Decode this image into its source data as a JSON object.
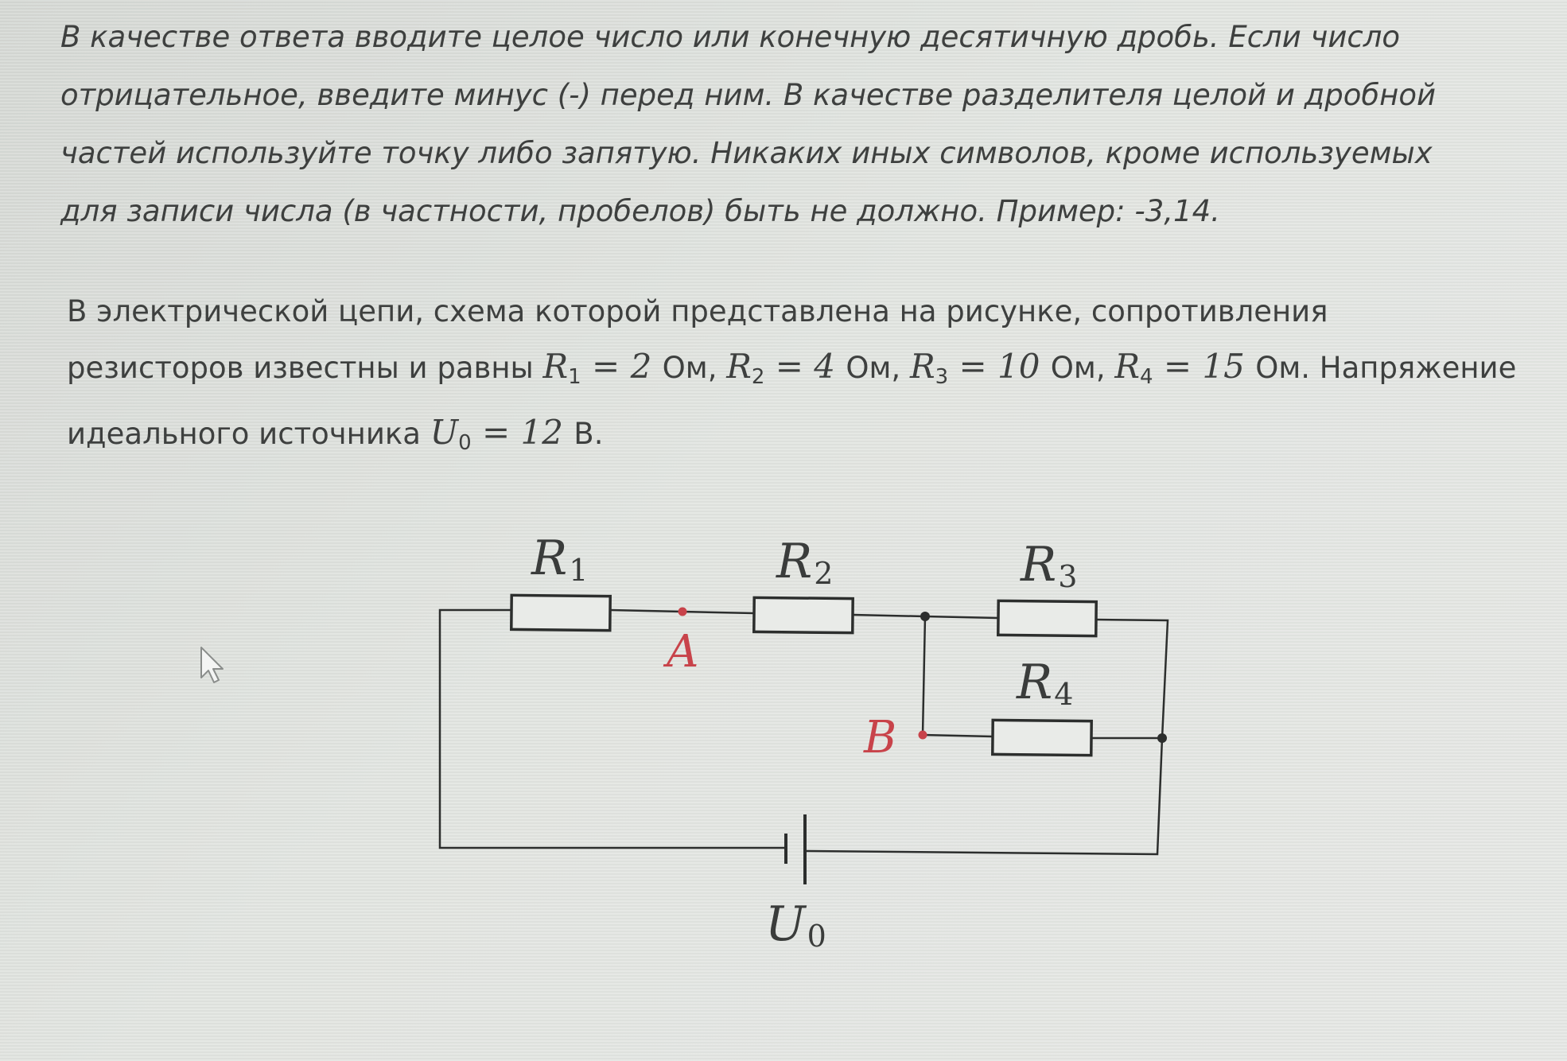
{
  "instructions": {
    "line1": "В качестве ответа вводите целое число или конечную десятичную дробь. Если число",
    "line2": "отрицательное, введите минус (-) перед ним. В качестве разделителя целой и дробной",
    "line3": "частей используйте точку либо запятую. Никаких иных символов, кроме используемых",
    "line4": "для записи числа (в частности, пробелов) быть не должно. Пример: -3,14."
  },
  "problem": {
    "line1": "В электрической цепи, схема которой представлена на рисунке, сопротивления",
    "line2_prefix": "резисторов известны и равны",
    "r1": {
      "sym": "R",
      "sub": "1",
      "eq": " = 2 ",
      "unit": "Ом"
    },
    "r2": {
      "sym": "R",
      "sub": "2",
      "eq": " = 4 ",
      "unit": "Ом"
    },
    "r3": {
      "sym": "R",
      "sub": "3",
      "eq": " = 10 ",
      "unit": "Ом"
    },
    "r4": {
      "sym": "R",
      "sub": "4",
      "eq": " = 15 ",
      "unit": "Ом"
    },
    "sep": ",",
    "line2_suffix": ". Напряжение",
    "line3_prefix": "идеального источника",
    "u0": {
      "sym": "U",
      "sub": "0",
      "eq": " = 12 ",
      "unit": "В"
    },
    "line3_suffix": "."
  },
  "circuit": {
    "labels": {
      "r1": {
        "sym": "R",
        "sub": "1"
      },
      "r2": {
        "sym": "R",
        "sub": "2"
      },
      "r3": {
        "sym": "R",
        "sub": "3"
      },
      "r4": {
        "sym": "R",
        "sub": "4"
      },
      "u0": {
        "sym": "U",
        "sub": "0"
      }
    },
    "points": {
      "a": "A",
      "b": "B"
    },
    "colors": {
      "wire": "#2c2e2d",
      "point": "#c8434a",
      "background": "#dcdfdb"
    }
  }
}
